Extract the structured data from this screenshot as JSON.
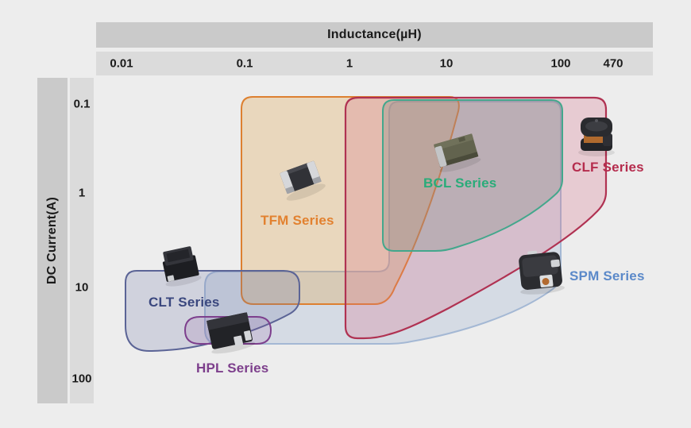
{
  "page": {
    "background": "#ededed"
  },
  "axes": {
    "x": {
      "title": "Inductance(µH)",
      "ticks": [
        "0.01",
        "0.1",
        "1",
        "10",
        "100",
        "470"
      ]
    },
    "y": {
      "title": "DC Current(A)",
      "ticks": [
        "0.1",
        "1",
        "10",
        "100"
      ]
    }
  },
  "chart_data": {
    "type": "area",
    "title": "",
    "xlabel": "Inductance(µH)",
    "ylabel": "DC Current(A)",
    "x_scale": "log",
    "y_scale": "log",
    "x_ticks": [
      "0.01",
      "0.1",
      "1",
      "10",
      "100",
      "470"
    ],
    "y_ticks": [
      "0.1",
      "1",
      "10",
      "100"
    ],
    "grid": false,
    "legend_position": "inline-labels",
    "series": [
      {
        "name": "TFM Series",
        "label_color": "#e2812f",
        "border_color": "#dd8030",
        "fill": "rgba(224,158,66,0.28)",
        "inductance_uH": [
          0.1,
          15
        ],
        "dc_current_A": [
          0.1,
          15
        ]
      },
      {
        "name": "BCL Series",
        "label_color": "#29ac79",
        "border_color": "#43a78c",
        "fill": "rgba(125,138,128,0.30)",
        "inductance_uH": [
          2,
          100
        ],
        "dc_current_A": [
          0.1,
          4
        ]
      },
      {
        "name": "CLF Series",
        "label_color": "#b52c4d",
        "border_color": "#b03252",
        "fill": "rgba(216,110,136,0.26)",
        "inductance_uH": [
          1,
          470
        ],
        "dc_current_A": [
          0.1,
          30
        ]
      },
      {
        "name": "SPM Series",
        "label_color": "#5b89c9",
        "border_color": "#a4b8d4",
        "fill": "rgba(158,178,208,0.30)",
        "inductance_uH": [
          0.05,
          100
        ],
        "dc_current_A": [
          0.1,
          40
        ]
      },
      {
        "name": "CLT Series",
        "label_color": "#3a477e",
        "border_color": "#5b6496",
        "fill": "rgba(105,115,165,0.22)",
        "inductance_uH": [
          0.01,
          0.33
        ],
        "dc_current_A": [
          7,
          50
        ]
      },
      {
        "name": "HPL Series",
        "label_color": "#7d3f8c",
        "border_color": "#7d3f8d",
        "fill": "rgba(150,85,160,0.16)",
        "inductance_uH": [
          0.03,
          0.2
        ],
        "dc_current_A": [
          20,
          42
        ]
      }
    ]
  }
}
